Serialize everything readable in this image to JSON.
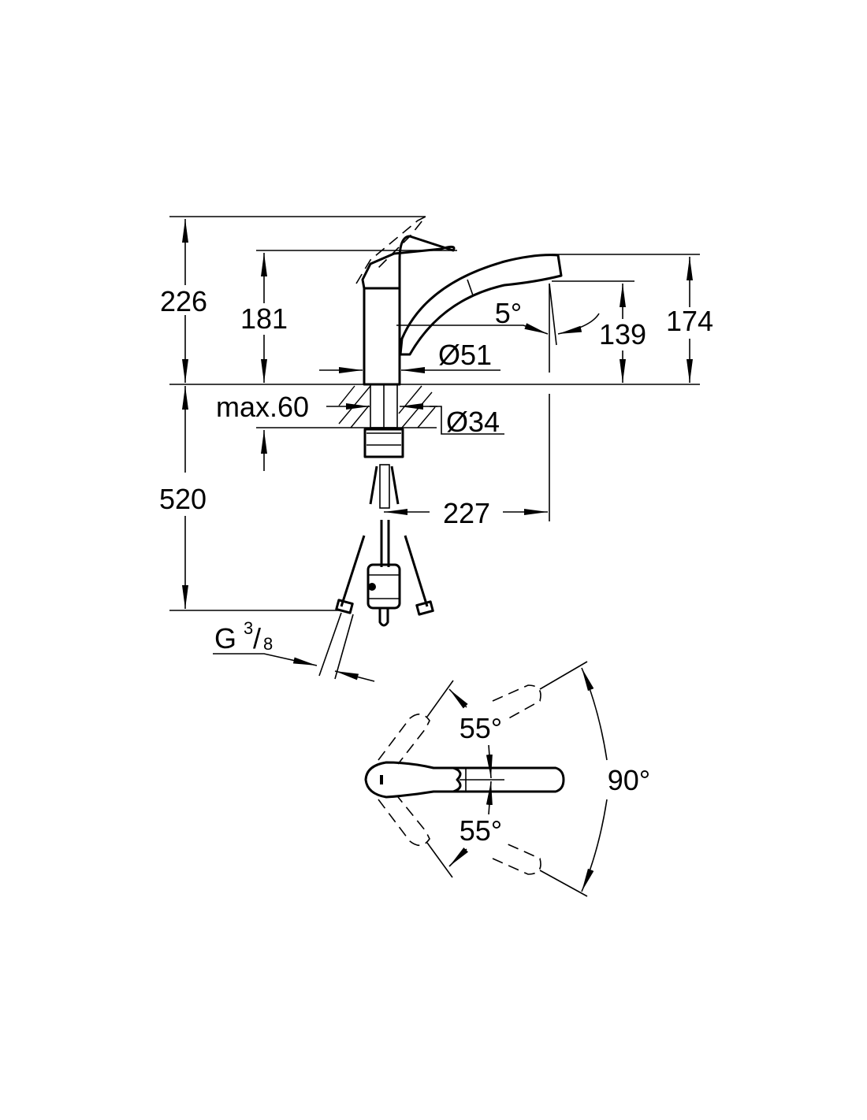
{
  "drawing": {
    "title": "Kitchen mixer dimension drawing",
    "side_view": {
      "dim_total_height_lever_open": "226",
      "dim_height_body": "181",
      "dim_spout_height": "174",
      "dim_outlet_height": "139",
      "dim_spout_angle": "5°",
      "dim_body_diameter": "Ø51",
      "dim_max_deck_thickness": "max.60",
      "dim_hole_diameter": "Ø34",
      "dim_projection": "227",
      "dim_hose_length": "520",
      "connection_thread_main": "G",
      "connection_thread_num": "3",
      "connection_thread_den": "8"
    },
    "top_view": {
      "lever_angle_upper": "55°",
      "lever_angle_lower": "55°",
      "lever_swivel_total": "90°"
    }
  }
}
